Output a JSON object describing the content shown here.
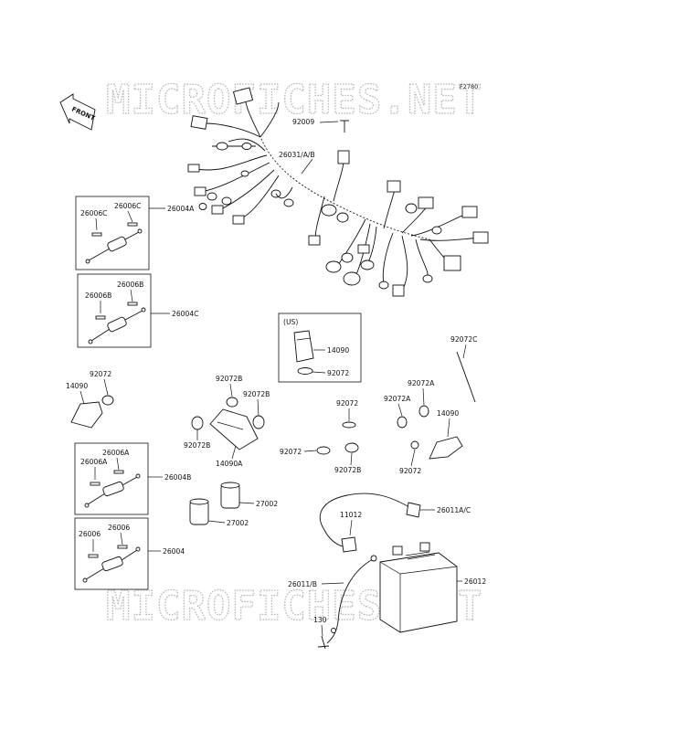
{
  "figure_code": "F2780",
  "watermark": "MICROFICHES.NET",
  "front_label": "FRONT",
  "us_label": "(US)",
  "labels": {
    "p92009": "92009",
    "p26031": "26031/A/B",
    "p26006c_r": "26006C",
    "p26006c_l": "26006C",
    "p26004a": "26004A",
    "p26006b_r": "26006B",
    "p26006b_l": "26006B",
    "p26004c": "26004C",
    "p14090_us": "14090",
    "p92072_us": "92072",
    "p92072c": "92072C",
    "p92072_l": "92072",
    "p14090_l": "14090",
    "p92072b_t": "92072B",
    "p92072b_r": "92072B",
    "p92072b_l": "92072B",
    "p14090a": "14090A",
    "p92072_c1": "92072",
    "p92072_c2": "92072",
    "p92072b_c": "92072B",
    "p92072a_t": "92072A",
    "p92072a_l": "92072A",
    "p14090_r": "14090",
    "p92072_r": "92072",
    "p26006a_r": "26006A",
    "p26006a_l": "26006A",
    "p26004b": "26004B",
    "p27002_t": "27002",
    "p27002_b": "27002",
    "p26011ac": "26011A/C",
    "p11012": "11012",
    "p26006_r": "26006",
    "p26006_l": "26006",
    "p26004": "26004",
    "p26011b": "26011/B",
    "p26012": "26012",
    "p130": "130"
  }
}
